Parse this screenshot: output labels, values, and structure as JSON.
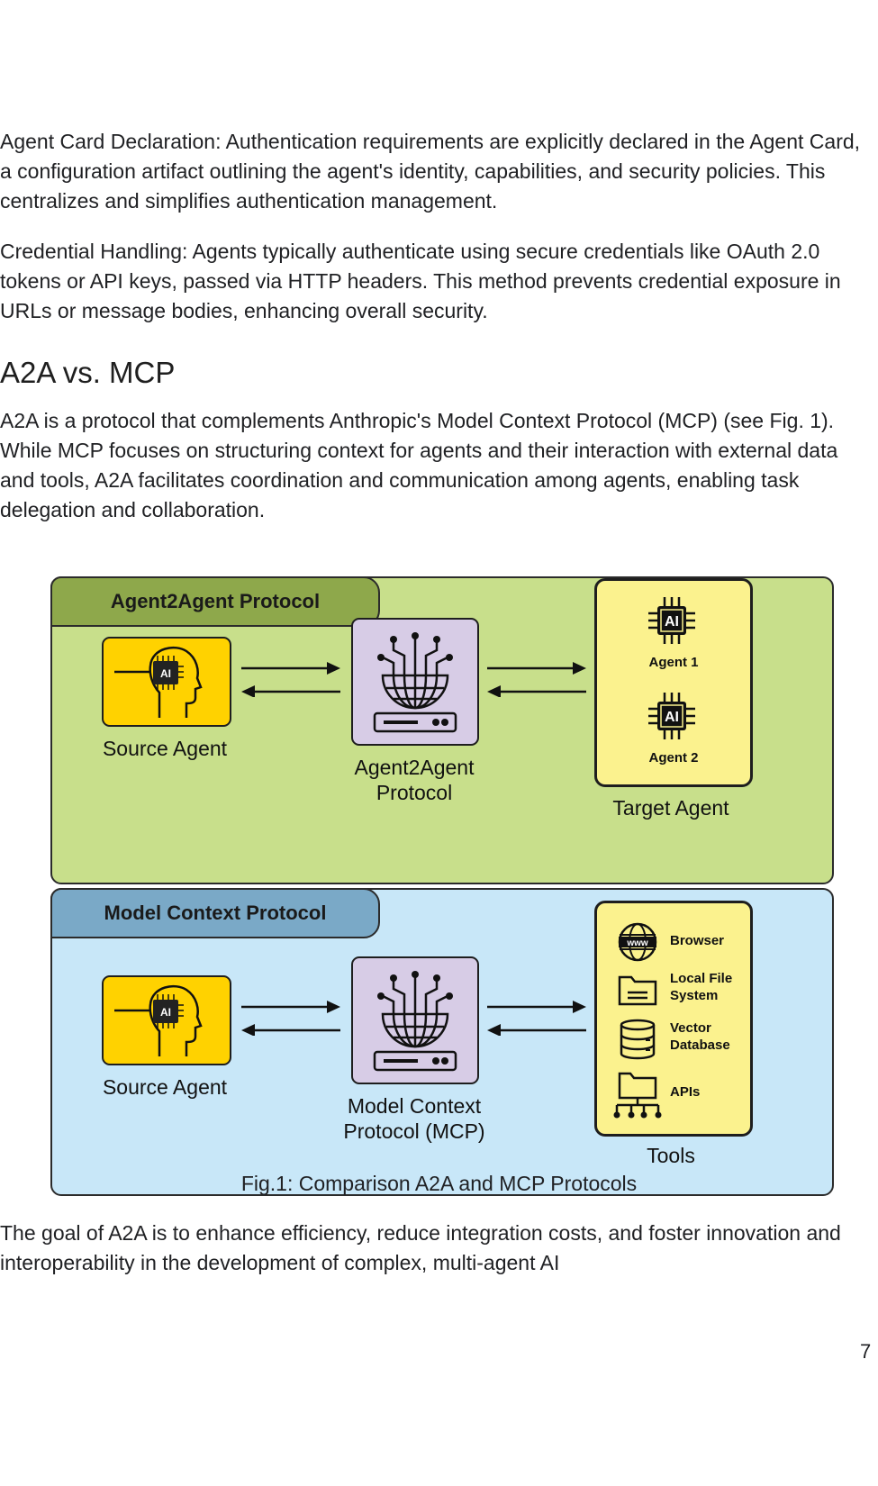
{
  "paragraphs": {
    "agent_card": "Agent Card Declaration: Authentication requirements are explicitly declared in the Agent Card, a configuration artifact outlining the agent's identity, capabilities, and security policies. This centralizes and simplifies authentication management.",
    "credential": "Credential Handling: Agents typically authenticate using secure credentials like OAuth 2.0 tokens or API keys, passed via HTTP headers. This method prevents credential exposure in URLs or message bodies, enhancing overall security.",
    "a2a_intro": "A2A is a protocol that complements Anthropic's Model Context Protocol (MCP) (see Fig. 1). While MCP focuses on structuring context for agents and their interaction with external data and tools, A2A facilitates coordination and communication among agents, enabling task delegation and collaboration.",
    "goal": "The goal of A2A is to enhance efficiency, reduce integration costs, and foster innovation and interoperability in the development of complex, multi-agent AI"
  },
  "section_heading": "A2A vs. MCP",
  "figure": {
    "caption": "Fig.1: Comparison A2A and MCP Protocols",
    "a2a_panel": {
      "title": "Agent2Agent Protocol",
      "source_label": "Source Agent",
      "protocol_label_line1": "Agent2Agent",
      "protocol_label_line2": "Protocol",
      "target_label": "Target Agent",
      "agents": [
        "Agent 1",
        "Agent 2"
      ],
      "chip_text": "AI"
    },
    "mcp_panel": {
      "title": "Model Context Protocol",
      "source_label": "Source Agent",
      "protocol_label_line1": "Model Context",
      "protocol_label_line2": "Protocol (MCP)",
      "tools_label": "Tools",
      "tools": {
        "browser": "Browser",
        "local_file_line1": "Local File",
        "local_file_line2": "System",
        "vector_line1": "Vector",
        "vector_line2": "Database",
        "apis": "APIs",
        "www": "www"
      },
      "chip_text": "AI"
    },
    "colors": {
      "a2a_panel_bg": "#c8df8b",
      "a2a_title_bg": "#8ea84b",
      "mcp_panel_bg": "#c8e7f8",
      "mcp_title_bg": "#7aa9c7",
      "agent_box": "#ffd200",
      "protocol_box": "#d7cce6",
      "target_box": "#fbf28e"
    }
  },
  "page_number": "7"
}
